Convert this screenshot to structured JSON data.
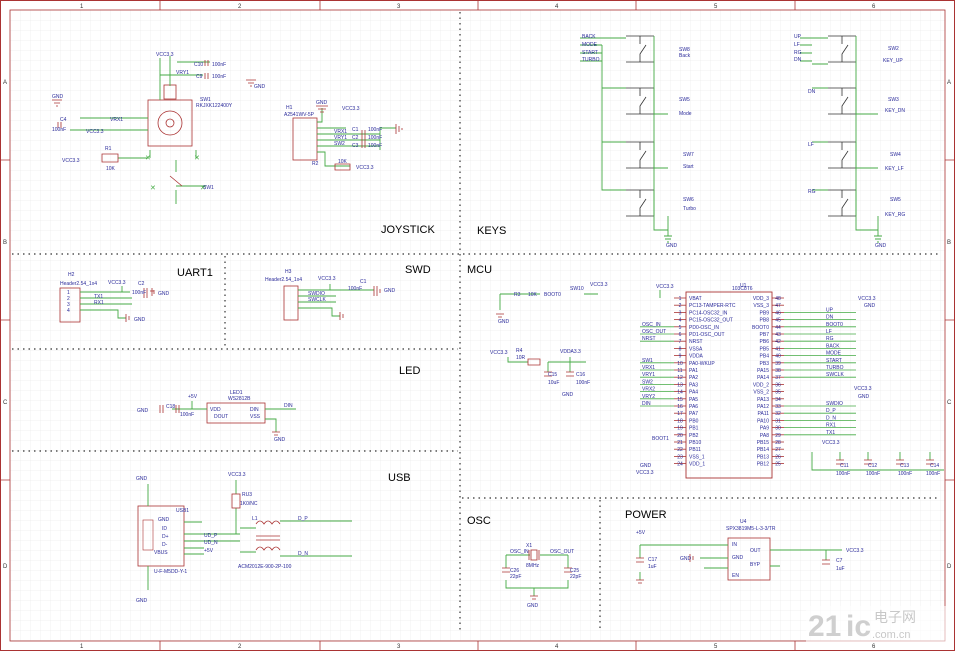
{
  "border": {
    "cols_top": [
      "1",
      "2",
      "3",
      "4",
      "5",
      "6"
    ],
    "cols_bottom": [
      "1",
      "2",
      "3",
      "4",
      "5",
      "6"
    ],
    "rows": [
      "A",
      "B",
      "C",
      "D"
    ]
  },
  "sections": {
    "joystick": "JOYSTICK",
    "keys": "KEYS",
    "uart1": "UART1",
    "swd": "SWD",
    "mcu": "MCU",
    "led": "LED",
    "usb": "USB",
    "osc": "OSC",
    "power": "POWER"
  },
  "joystick": {
    "sw1_ref": "SW1",
    "sw1_part": "RKJXK122400Y",
    "vcc_top": "VCC3.3",
    "c10": "C10",
    "c10_val": "100nF",
    "c9": "C9",
    "c9_val": "100nF",
    "vry1": "VRY1",
    "gnd_r": "GND",
    "gnd_l": "GND",
    "c4": "C4",
    "c4_val": "100nF",
    "vrx1": "VRX1",
    "vcc_mid": "VCC3.3",
    "r1": "R1",
    "r1_val": "10K",
    "vcc_r1": "VCC3.3",
    "sw1_net": "SW1",
    "h1_ref": "H1",
    "h1_part": "A2541WV-5P",
    "h1_gnd": "GND",
    "h1_vcc": "VCC3.3",
    "h1_nets": [
      "VRX1",
      "VRY1",
      "SW2"
    ],
    "c1": "C1",
    "c2": "C2",
    "c3": "C3",
    "c_val": "100nF",
    "h1_r": "R2",
    "h1_r_val": "10K",
    "h1_r_vcc": "VCC3.3"
  },
  "uart": {
    "h2_ref": "H2",
    "h2_part": "Header2.54_1x4",
    "vcc": "VCC3.3",
    "c_ref": "C2",
    "c_val": "100nF",
    "gnd": "GND",
    "nets": [
      "TX1",
      "RX1"
    ]
  },
  "swd": {
    "h3_ref": "H3",
    "h3_part": "Header2.54_1x4",
    "vcc": "VCC3.3",
    "c_ref": "C1",
    "c_val": "100nF",
    "gnd": "GND",
    "nets": [
      "SWDIO",
      "SWCLK"
    ]
  },
  "led": {
    "ref": "LED1",
    "part": "WS2812B",
    "pins": [
      "VDD",
      "DIN",
      "DOUT",
      "VSS"
    ],
    "net_in": "DIN",
    "v5": "+5V",
    "gnd": "GND",
    "c_ref": "C18",
    "c_val": "100nF"
  },
  "usb": {
    "ref": "USB1",
    "part": "U-F-M5DD-Y-1",
    "pins": [
      "GND",
      "ID",
      "D+",
      "D-",
      "VBUS"
    ],
    "r_ref": "RU3",
    "r_val": "1K0/NC",
    "vcc": "VCC3.3",
    "l_ref": "L1",
    "l_part": "ACM2012E-900-2P-100",
    "nets": [
      "UD_P",
      "UD_N",
      "D_P",
      "D_N",
      "+5V"
    ],
    "gnd": "GND"
  },
  "osc": {
    "x_ref": "X1",
    "x_val": "8MHz",
    "osc_in": "OSC_IN",
    "osc_out": "OSC_OUT",
    "c26": "C26",
    "c25": "C25",
    "c_val": "22pF",
    "gnd": "GND"
  },
  "power": {
    "ref": "U4",
    "part": "SPX3819M5-L-3-3/TR",
    "pins": [
      "IN",
      "OUT",
      "GND",
      "BYP",
      "EN"
    ],
    "v5": "+5V",
    "vcc": "VCC3.3",
    "c17": "C17",
    "c17_val": "1uF",
    "c7": "C7",
    "c7_val": "1uF",
    "gnd": "GND"
  },
  "keys": {
    "left_nets": [
      "BACK",
      "MODE",
      "START",
      "TURBO"
    ],
    "right_nets": [
      "UP",
      "LF",
      "RG",
      "DN"
    ],
    "switches_left": [
      {
        "ref": "SW8",
        "name": "Back"
      },
      {
        "ref": "SW5",
        "name": "Mode"
      },
      {
        "ref": "SW7",
        "name": "Start"
      },
      {
        "ref": "SW6",
        "name": "Turbo"
      }
    ],
    "switches_right": [
      {
        "ref": "SW2",
        "name": "KEY_UP",
        "net": "UP"
      },
      {
        "ref": "SW3",
        "name": "KEY_DN",
        "net": "DN"
      },
      {
        "ref": "SW4",
        "name": "KEY_LF",
        "net": "LF"
      },
      {
        "ref": "SW5",
        "name": "KEY_RG",
        "net": "RG"
      }
    ],
    "gnd": "GND"
  },
  "mcu": {
    "ref": "U1",
    "part": "103C8T6",
    "left_pins": [
      {
        "num": "1",
        "name": "VBAT"
      },
      {
        "num": "2",
        "name": "PC13-TAMPER-RTC"
      },
      {
        "num": "3",
        "name": "PC14-OSC32_IN"
      },
      {
        "num": "4",
        "name": "PC15-OSC32_OUT"
      },
      {
        "num": "5",
        "name": "PD0-OSC_IN"
      },
      {
        "num": "6",
        "name": "PD1-OSC_OUT"
      },
      {
        "num": "7",
        "name": "NRST"
      },
      {
        "num": "8",
        "name": "VSSA"
      },
      {
        "num": "9",
        "name": "VDDA"
      },
      {
        "num": "10",
        "name": "PA0-WKUP"
      },
      {
        "num": "11",
        "name": "PA1"
      },
      {
        "num": "12",
        "name": "PA2"
      },
      {
        "num": "13",
        "name": "PA3"
      },
      {
        "num": "14",
        "name": "PA4"
      },
      {
        "num": "15",
        "name": "PA5"
      },
      {
        "num": "16",
        "name": "PA6"
      },
      {
        "num": "17",
        "name": "PA7"
      },
      {
        "num": "18",
        "name": "PB0"
      },
      {
        "num": "19",
        "name": "PB1"
      },
      {
        "num": "20",
        "name": "PB2"
      },
      {
        "num": "21",
        "name": "PB10"
      },
      {
        "num": "22",
        "name": "PB11"
      },
      {
        "num": "23",
        "name": "VSS_1"
      },
      {
        "num": "24",
        "name": "VDD_1"
      }
    ],
    "right_pins": [
      {
        "num": "48",
        "name": "VDD_3"
      },
      {
        "num": "47",
        "name": "VSS_3"
      },
      {
        "num": "46",
        "name": "PB9"
      },
      {
        "num": "45",
        "name": "PB8"
      },
      {
        "num": "44",
        "name": "BOOT0"
      },
      {
        "num": "43",
        "name": "PB7"
      },
      {
        "num": "42",
        "name": "PB6"
      },
      {
        "num": "41",
        "name": "PB5"
      },
      {
        "num": "40",
        "name": "PB4"
      },
      {
        "num": "39",
        "name": "PB3"
      },
      {
        "num": "38",
        "name": "PA15"
      },
      {
        "num": "37",
        "name": "PA14"
      },
      {
        "num": "36",
        "name": "VDD_2"
      },
      {
        "num": "35",
        "name": "VSS_2"
      },
      {
        "num": "34",
        "name": "PA13"
      },
      {
        "num": "33",
        "name": "PA12"
      },
      {
        "num": "32",
        "name": "PA11"
      },
      {
        "num": "31",
        "name": "PA10"
      },
      {
        "num": "30",
        "name": "PA9"
      },
      {
        "num": "29",
        "name": "PA8"
      },
      {
        "num": "28",
        "name": "PB15"
      },
      {
        "num": "27",
        "name": "PB14"
      },
      {
        "num": "26",
        "name": "PB13"
      },
      {
        "num": "25",
        "name": "PB12"
      }
    ],
    "left_nets": [
      "OSC_IN",
      "OSC_OUT",
      "NRST",
      "",
      "",
      "SW1",
      "VRX1",
      "VRY1",
      "SW2",
      "VRX2",
      "VRY2",
      "DIN"
    ],
    "right_nets": [
      "UP",
      "DN",
      "BOOT0",
      "LF",
      "RG",
      "BACK",
      "MODE",
      "START",
      "TURBO",
      "SWCLK",
      "SWDIO",
      "D_P",
      "D_N",
      "RX1",
      "TX1"
    ],
    "vcc": "VCC3.3",
    "gnd": "GND",
    "boot_ref": "BOOT0",
    "boot_r": "R3",
    "boot_r_val": "10K",
    "sw10": "SW10",
    "r4": "R4",
    "r4_val": "10R",
    "vdda": "VDDA3.3",
    "c15": "C15",
    "c15_val": "10uF",
    "c16": "C16",
    "c16_val": "100nF",
    "boot1": "BOOT1",
    "decoupling": [
      "C11",
      "C12",
      "C13",
      "C14"
    ],
    "dec_val": "100nF"
  },
  "watermark": {
    "brand": "电子网",
    "site": ".com.cn"
  }
}
